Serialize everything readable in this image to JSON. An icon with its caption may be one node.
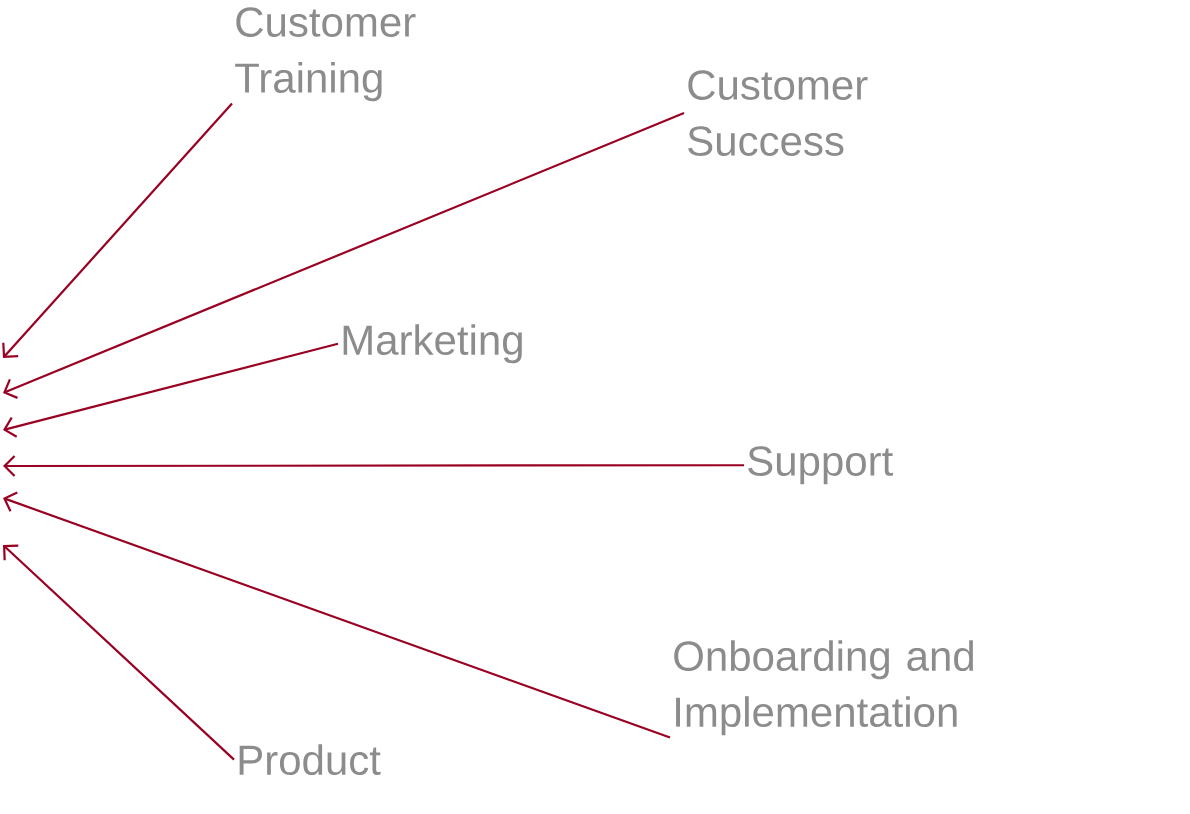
{
  "diagram": {
    "nodes": [
      {
        "text": [
          "Customer Training"
        ]
      },
      {
        "text": [
          "Customer Success"
        ]
      },
      {
        "text": [
          "Marketing"
        ]
      },
      {
        "text": [
          "Support"
        ]
      },
      {
        "text": [
          "Onboarding and Implementation"
        ]
      },
      {
        "text": [
          "Product"
        ]
      }
    ],
    "edges": [
      {
        "from": 0,
        "to": null,
        "arrow": "to"
      },
      {
        "from": 1,
        "to": null,
        "arrow": "to"
      },
      {
        "from": 2,
        "to": null,
        "arrow": "to"
      },
      {
        "from": 3,
        "to": null,
        "arrow": "to"
      },
      {
        "from": 4,
        "to": null,
        "arrow": "to"
      },
      {
        "from": 5,
        "to": null,
        "arrow": "to"
      }
    ]
  }
}
